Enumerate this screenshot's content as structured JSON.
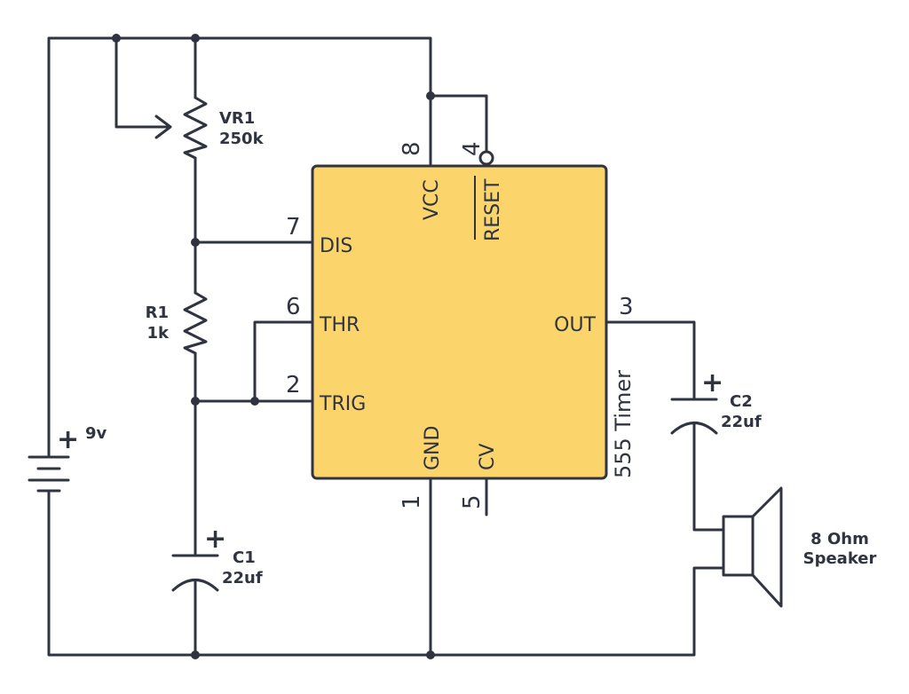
{
  "ic": {
    "name": "555 Timer",
    "fill_color": "#fbd46b",
    "pins": {
      "vcc": {
        "number": "8",
        "label": "VCC"
      },
      "reset": {
        "number": "4",
        "label": "RESET"
      },
      "dis": {
        "number": "7",
        "label": "DIS"
      },
      "thr": {
        "number": "6",
        "label": "THR"
      },
      "trig": {
        "number": "2",
        "label": "TRIG"
      },
      "out": {
        "number": "3",
        "label": "OUT"
      },
      "gnd": {
        "number": "1",
        "label": "GND"
      },
      "cv": {
        "number": "5",
        "label": "CV"
      }
    }
  },
  "components": {
    "vr1": {
      "name": "VR1",
      "value": "250k"
    },
    "r1": {
      "name": "R1",
      "value": "1k"
    },
    "c1": {
      "name": "C1",
      "value": "22uf",
      "polarity": "+"
    },
    "c2": {
      "name": "C2",
      "value": "22uf",
      "polarity": "+"
    },
    "battery": {
      "value": "9v",
      "polarity": "+"
    },
    "speaker": {
      "line1": "8 Ohm",
      "line2": "Speaker"
    }
  },
  "colors": {
    "wire": "#2f3440",
    "ic_fill": "#fbd46b"
  }
}
